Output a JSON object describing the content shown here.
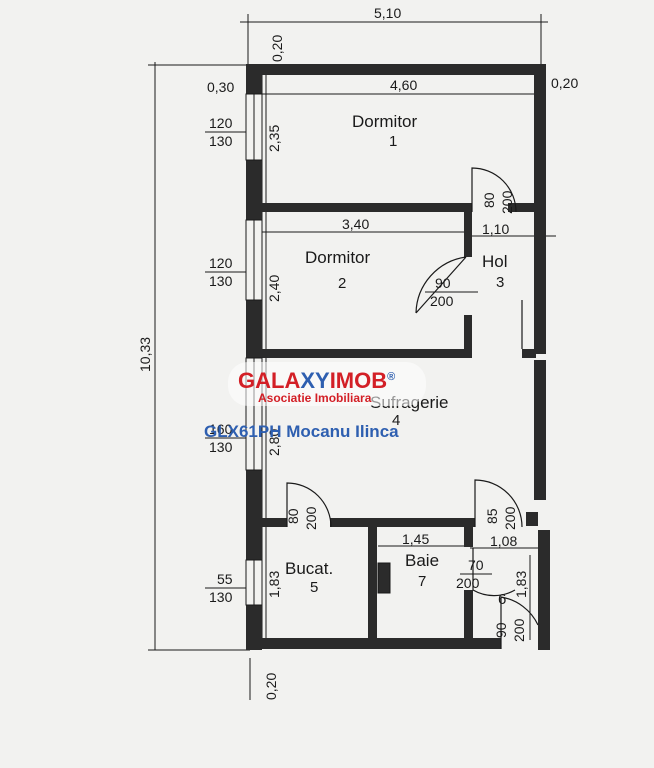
{
  "dimensions": {
    "total_width": "5,10",
    "inner_width": "4,60",
    "wall_top": "0,20",
    "wall_left": "0,30",
    "wall_right": "0,20",
    "wall_bottom": "0,20",
    "total_height": "10,33",
    "dormitor1_height": "2,35",
    "dormitor2_height": "2,40",
    "sufragerie_height": "2,80",
    "bucatarie_height": "1,83",
    "right_height": "1,83",
    "dormitor2_width": "3,40",
    "hol_width": "1,10",
    "baie_width": "1,45",
    "baie_right": "1,08"
  },
  "windows": {
    "w1_width": "120",
    "w1_height": "130",
    "w2_width": "120",
    "w2_height": "130",
    "w3_width": "160",
    "w3_height": "130",
    "w4_width": "55",
    "w4_height": "130"
  },
  "doors": {
    "d_dormitor1_w": "80",
    "d_dormitor1_h": "200",
    "d_dormitor2_w": "90",
    "d_dormitor2_h": "200",
    "d_bucatarie_w": "80",
    "d_bucatarie_h": "200",
    "d_hol_w": "85",
    "d_hol_h": "200",
    "d_baie_w": "70",
    "d_baie_h": "200",
    "d_entry_w": "90",
    "d_entry_h": "200"
  },
  "rooms": {
    "r1_name": "Dormitor",
    "r1_num": "1",
    "r2_name": "Dormitor",
    "r2_num": "2",
    "r3_name": "Hol",
    "r3_num": "3",
    "r4_name": "Sufragerie",
    "r4_num": "4",
    "r5_name": "Bucat.",
    "r5_num": "5",
    "r6_num": "6",
    "r7_name": "Baie",
    "r7_num": "7"
  },
  "watermark": {
    "logo_part1": "GALA",
    "logo_part2": "XY",
    "logo_part3": "IMOB",
    "logo_reg": "®",
    "subtitle": "Asociatie Imobiliara",
    "agent": "GLX61PH Mocanu Ilinca"
  },
  "colors": {
    "wall": "#2b2b2b",
    "line": "#1a1a1a",
    "logo_red": "#d31f26",
    "logo_blue": "#2e5fb0"
  }
}
